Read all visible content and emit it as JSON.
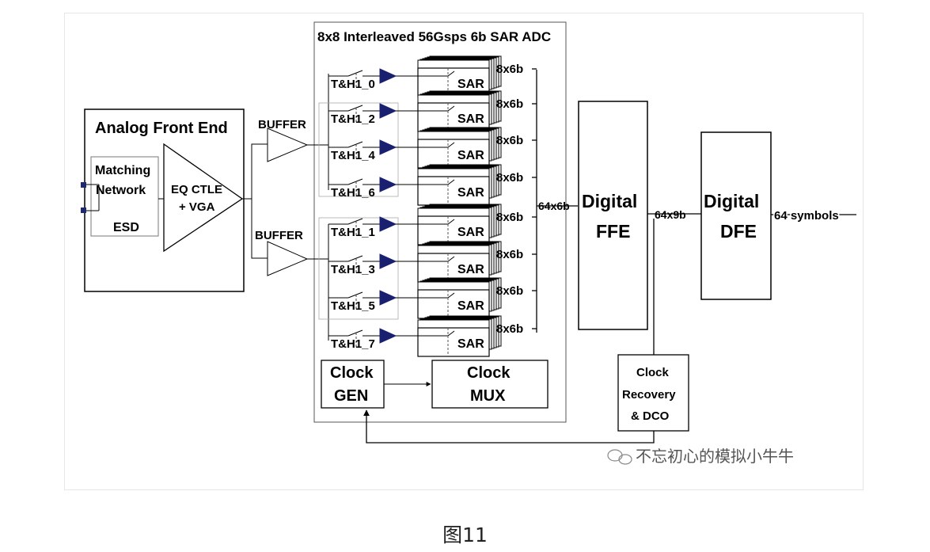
{
  "adc": {
    "title": "8x8 Interleaved 56Gsps 6b SAR ADC",
    "th_labels": [
      "T&H1_0",
      "T&H1_2",
      "T&H1_4",
      "T&H1_6",
      "T&H1_1",
      "T&H1_3",
      "T&H1_5",
      "T&H1_7"
    ],
    "sar_label": "SAR",
    "bus_label": "8x6b",
    "clock_gen": [
      "Clock",
      "GEN"
    ],
    "clock_mux": [
      "Clock",
      "MUX"
    ]
  },
  "afe": {
    "title": "Analog Front End",
    "matching": [
      "Matching",
      "Network"
    ],
    "esd": "ESD",
    "eq": [
      "EQ CTLE",
      "+ VGA"
    ]
  },
  "buffers": [
    "BUFFER",
    "BUFFER"
  ],
  "ffe": {
    "label": [
      "Digital",
      "FFE"
    ],
    "in_bus": "64x6b"
  },
  "dfe": {
    "label": [
      "Digital",
      "DFE"
    ],
    "in_bus": "64x9b",
    "out_label": "64 symbols"
  },
  "cdr": {
    "label": [
      "Clock",
      "Recovery",
      "& DCO"
    ]
  },
  "watermark": "不忘初心的模拟小牛牛",
  "caption": "图11"
}
